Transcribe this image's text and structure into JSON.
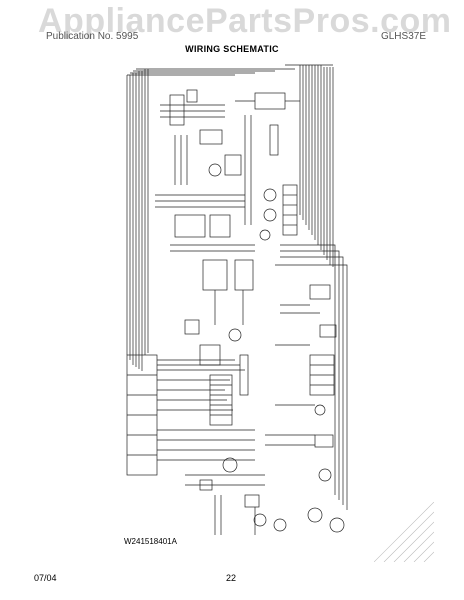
{
  "header": {
    "watermark": "AppliancePartsPros.com",
    "left_caption": "Publication No. 5995",
    "right_caption": "GLHS37E"
  },
  "page_title": "WIRING SCHEMATIC",
  "drawing_number": "W241518401A",
  "footer": {
    "date": "07/04",
    "page": "22"
  }
}
